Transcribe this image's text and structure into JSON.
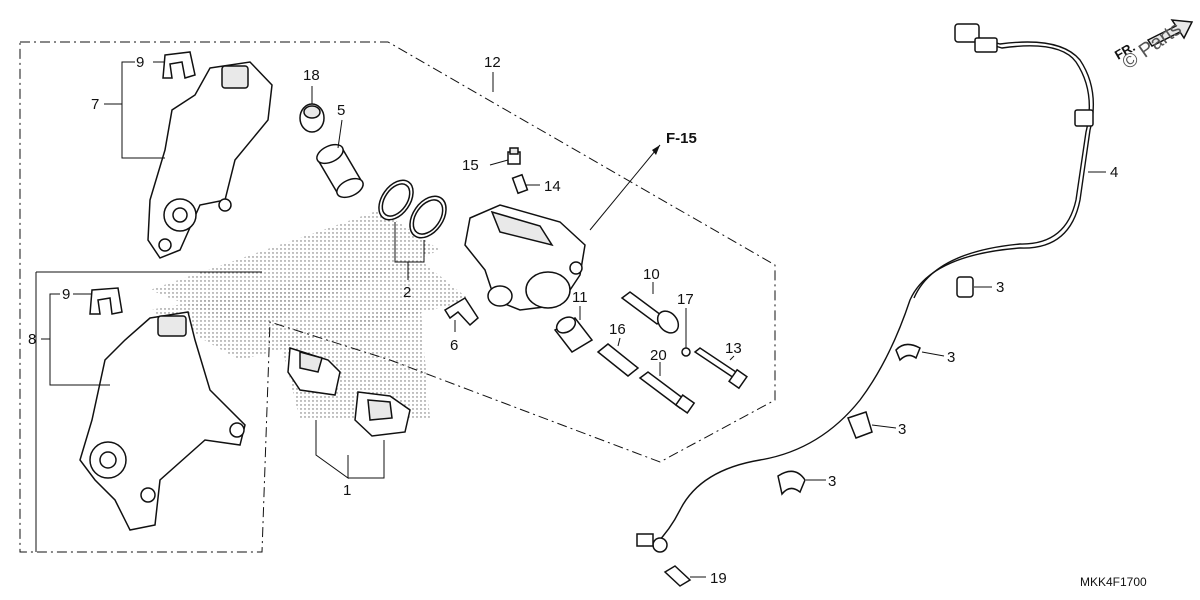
{
  "diagram": {
    "catalog_code": "MKK4F1700",
    "reference_label": "F-15",
    "direction_label": "FR.",
    "watermark": "© Parts",
    "callouts": {
      "c1": "1",
      "c2": "2",
      "c3a": "3",
      "c3b": "3",
      "c3c": "3",
      "c3d": "3",
      "c4": "4",
      "c5": "5",
      "c6": "6",
      "c7": "7",
      "c8": "8",
      "c9a": "9",
      "c9b": "9",
      "c10": "10",
      "c11": "11",
      "c12": "12",
      "c13": "13",
      "c14": "14",
      "c15": "15",
      "c16": "16",
      "c17": "17",
      "c18": "18",
      "c19": "19",
      "c20": "20"
    }
  }
}
